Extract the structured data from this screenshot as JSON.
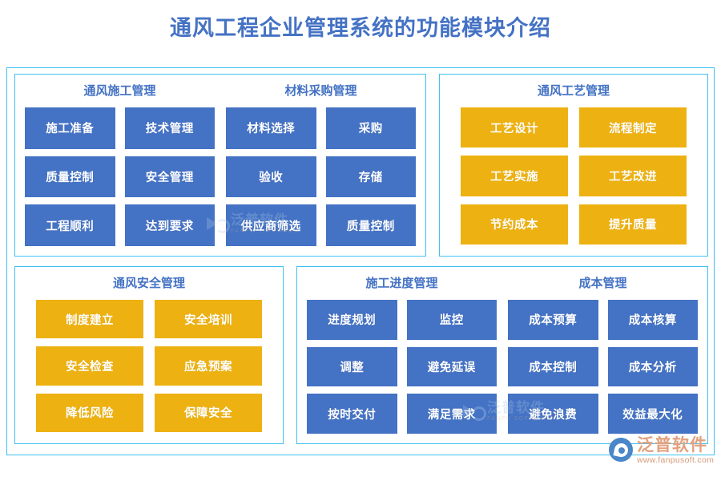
{
  "title": "通风工程企业管理系统的功能模块介绍",
  "colors": {
    "title_blue": "#4472c4",
    "tile_blue": "#4472c4",
    "tile_yellow": "#edb111",
    "frame_blue": "#3fc0f0",
    "brand_orange": "#e2a17e"
  },
  "panels": [
    {
      "id": "panel-construction",
      "sections": [
        {
          "heading": "通风施工管理",
          "tile_color": "blue",
          "tiles": [
            "施工准备",
            "技术管理",
            "质量控制",
            "安全管理",
            "工程顺利",
            "达到要求"
          ]
        },
        {
          "heading": "材料采购管理",
          "tile_color": "blue",
          "tiles": [
            "材料选择",
            "采购",
            "验收",
            "存储",
            "供应商筛选",
            "质量控制"
          ]
        }
      ]
    },
    {
      "id": "panel-process",
      "sections": [
        {
          "heading": "通风工艺管理",
          "tile_color": "yellow",
          "tiles": [
            "工艺设计",
            "流程制定",
            "工艺实施",
            "工艺改进",
            "节约成本",
            "提升质量"
          ]
        }
      ]
    },
    {
      "id": "panel-safety",
      "sections": [
        {
          "heading": "通风安全管理",
          "tile_color": "yellow",
          "tiles": [
            "制度建立",
            "安全培训",
            "安全检查",
            "应急预案",
            "降低风险",
            "保障安全"
          ]
        }
      ]
    },
    {
      "id": "panel-progress",
      "sections": [
        {
          "heading": "施工进度管理",
          "tile_color": "blue",
          "tiles": [
            "进度规划",
            "监控",
            "调整",
            "避免延误",
            "按时交付",
            "满足需求"
          ]
        },
        {
          "heading": "成本管理",
          "tile_color": "blue",
          "tiles": [
            "成本预算",
            "成本核算",
            "成本控制",
            "成本分析",
            "避免浪费",
            "效益最大化"
          ]
        }
      ]
    }
  ],
  "watermark": {
    "cn": "泛普软件",
    "en": "FANPU SOFTWARE"
  },
  "brand": {
    "cn": "泛普软件",
    "url": "www.fanpusoft.com"
  }
}
